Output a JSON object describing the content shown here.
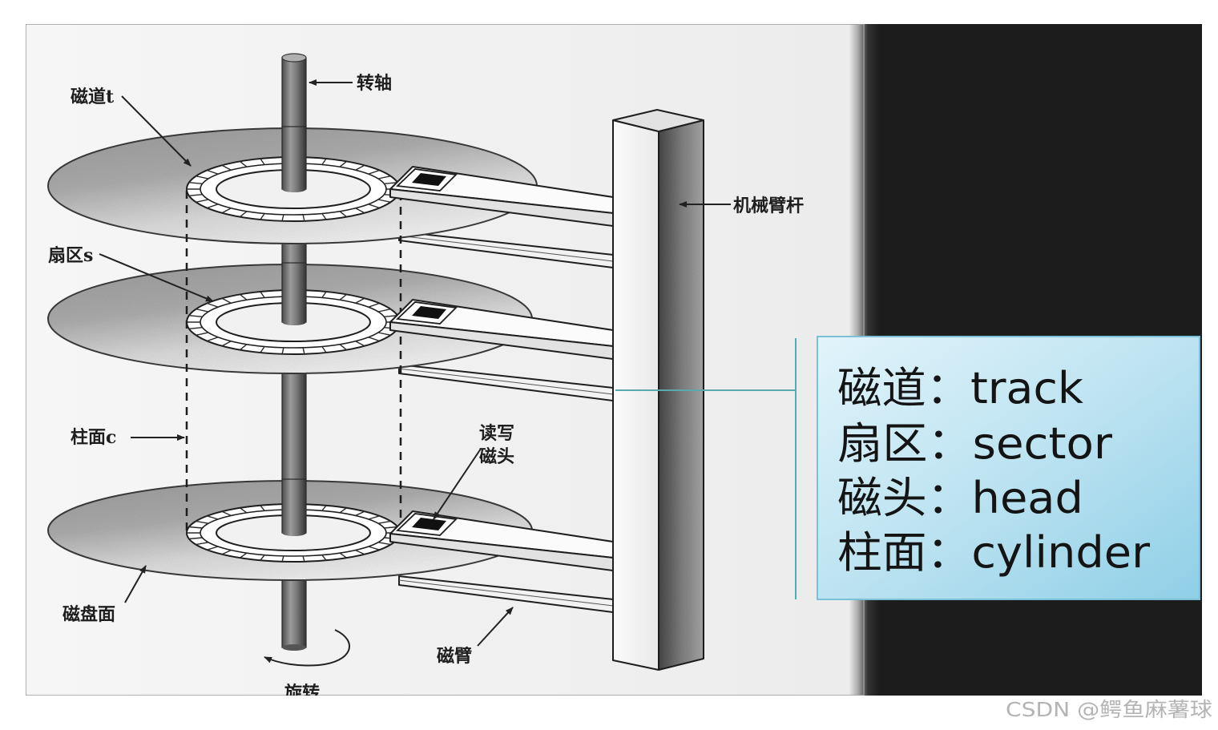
{
  "diagram": {
    "labels": {
      "spindle": "转轴",
      "track": "磁道t",
      "sector": "扇区s",
      "cylinder": "柱面c",
      "read_write_head": [
        "读写",
        "磁头"
      ],
      "platter_surface": "磁盘面",
      "arm": "磁臂",
      "rotation": "旋转",
      "actuator_column": "机械臂杆"
    }
  },
  "info_box": {
    "lines": [
      "磁道：track",
      "扇区：sector",
      "磁头：head",
      "柱面：cylinder"
    ]
  },
  "watermark": "CSDN @鳄鱼麻薯球",
  "colors": {
    "connector_line": "#5aa9ad",
    "info_box_border": "#7cc0d8",
    "dark_panel": "#1c1c1c"
  }
}
